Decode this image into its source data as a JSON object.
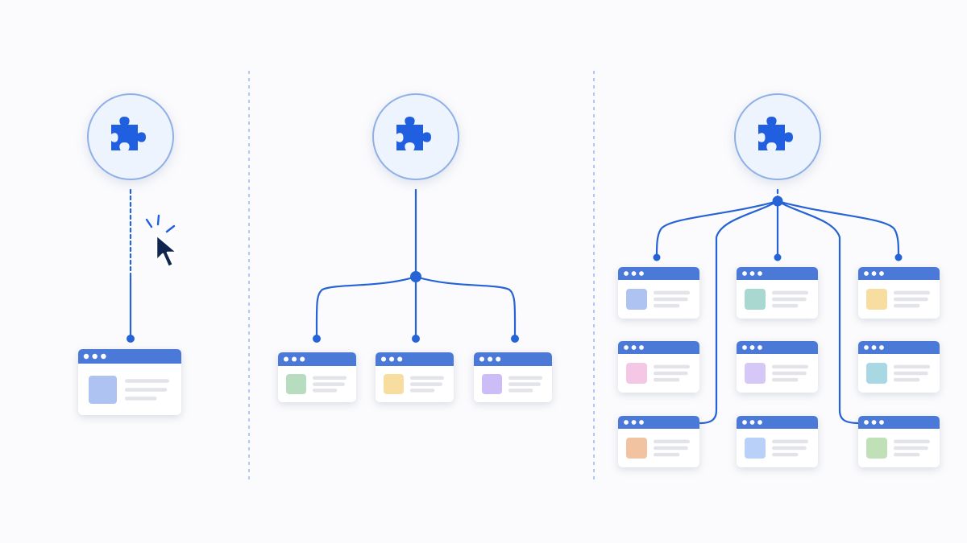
{
  "colors": {
    "background": "#fbfbfd",
    "primary": "#1f5fe0",
    "line": "#2563d6",
    "circle_fill": "#eef4fd",
    "circle_stroke": "#8fb0e6",
    "window_header": "#4b79d8",
    "window_body": "#ffffff",
    "text_placeholder": "#e2e4ea",
    "divider": "#9bb8ee",
    "cursor": "#0f2550"
  },
  "icons": {
    "hub": "puzzle-piece-icon",
    "cursor": "mouse-pointer-click-icon",
    "window": "browser-window-icon"
  },
  "panels": [
    {
      "name": "single-connection",
      "hub_link": "dashed",
      "show_cursor": true,
      "windows": [
        {
          "name": "browser-window",
          "thumb_color": "#aec3f2"
        }
      ]
    },
    {
      "name": "branching-three",
      "hub_link": "solid",
      "show_cursor": false,
      "windows": [
        {
          "name": "browser-window-green",
          "thumb_color": "#b8dcc0"
        },
        {
          "name": "browser-window-yellow",
          "thumb_color": "#f7dda0"
        },
        {
          "name": "browser-window-purple",
          "thumb_color": "#cdbdf6"
        }
      ]
    },
    {
      "name": "network-nine",
      "hub_link": "dashed-short",
      "show_cursor": false,
      "windows": [
        {
          "name": "browser-window-blue",
          "thumb_color": "#aec3f2"
        },
        {
          "name": "browser-window-teal",
          "thumb_color": "#a8d8d0"
        },
        {
          "name": "browser-window-yellow",
          "thumb_color": "#f7dda0"
        },
        {
          "name": "browser-window-pink",
          "thumb_color": "#f4c7e6"
        },
        {
          "name": "browser-window-lavender",
          "thumb_color": "#d6c8f6"
        },
        {
          "name": "browser-window-cyan",
          "thumb_color": "#a8d8e2"
        },
        {
          "name": "browser-window-orange",
          "thumb_color": "#f2c3a0"
        },
        {
          "name": "browser-window-lightblue",
          "thumb_color": "#b9d0f8"
        },
        {
          "name": "browser-window-green",
          "thumb_color": "#c0e0b8"
        }
      ]
    }
  ]
}
